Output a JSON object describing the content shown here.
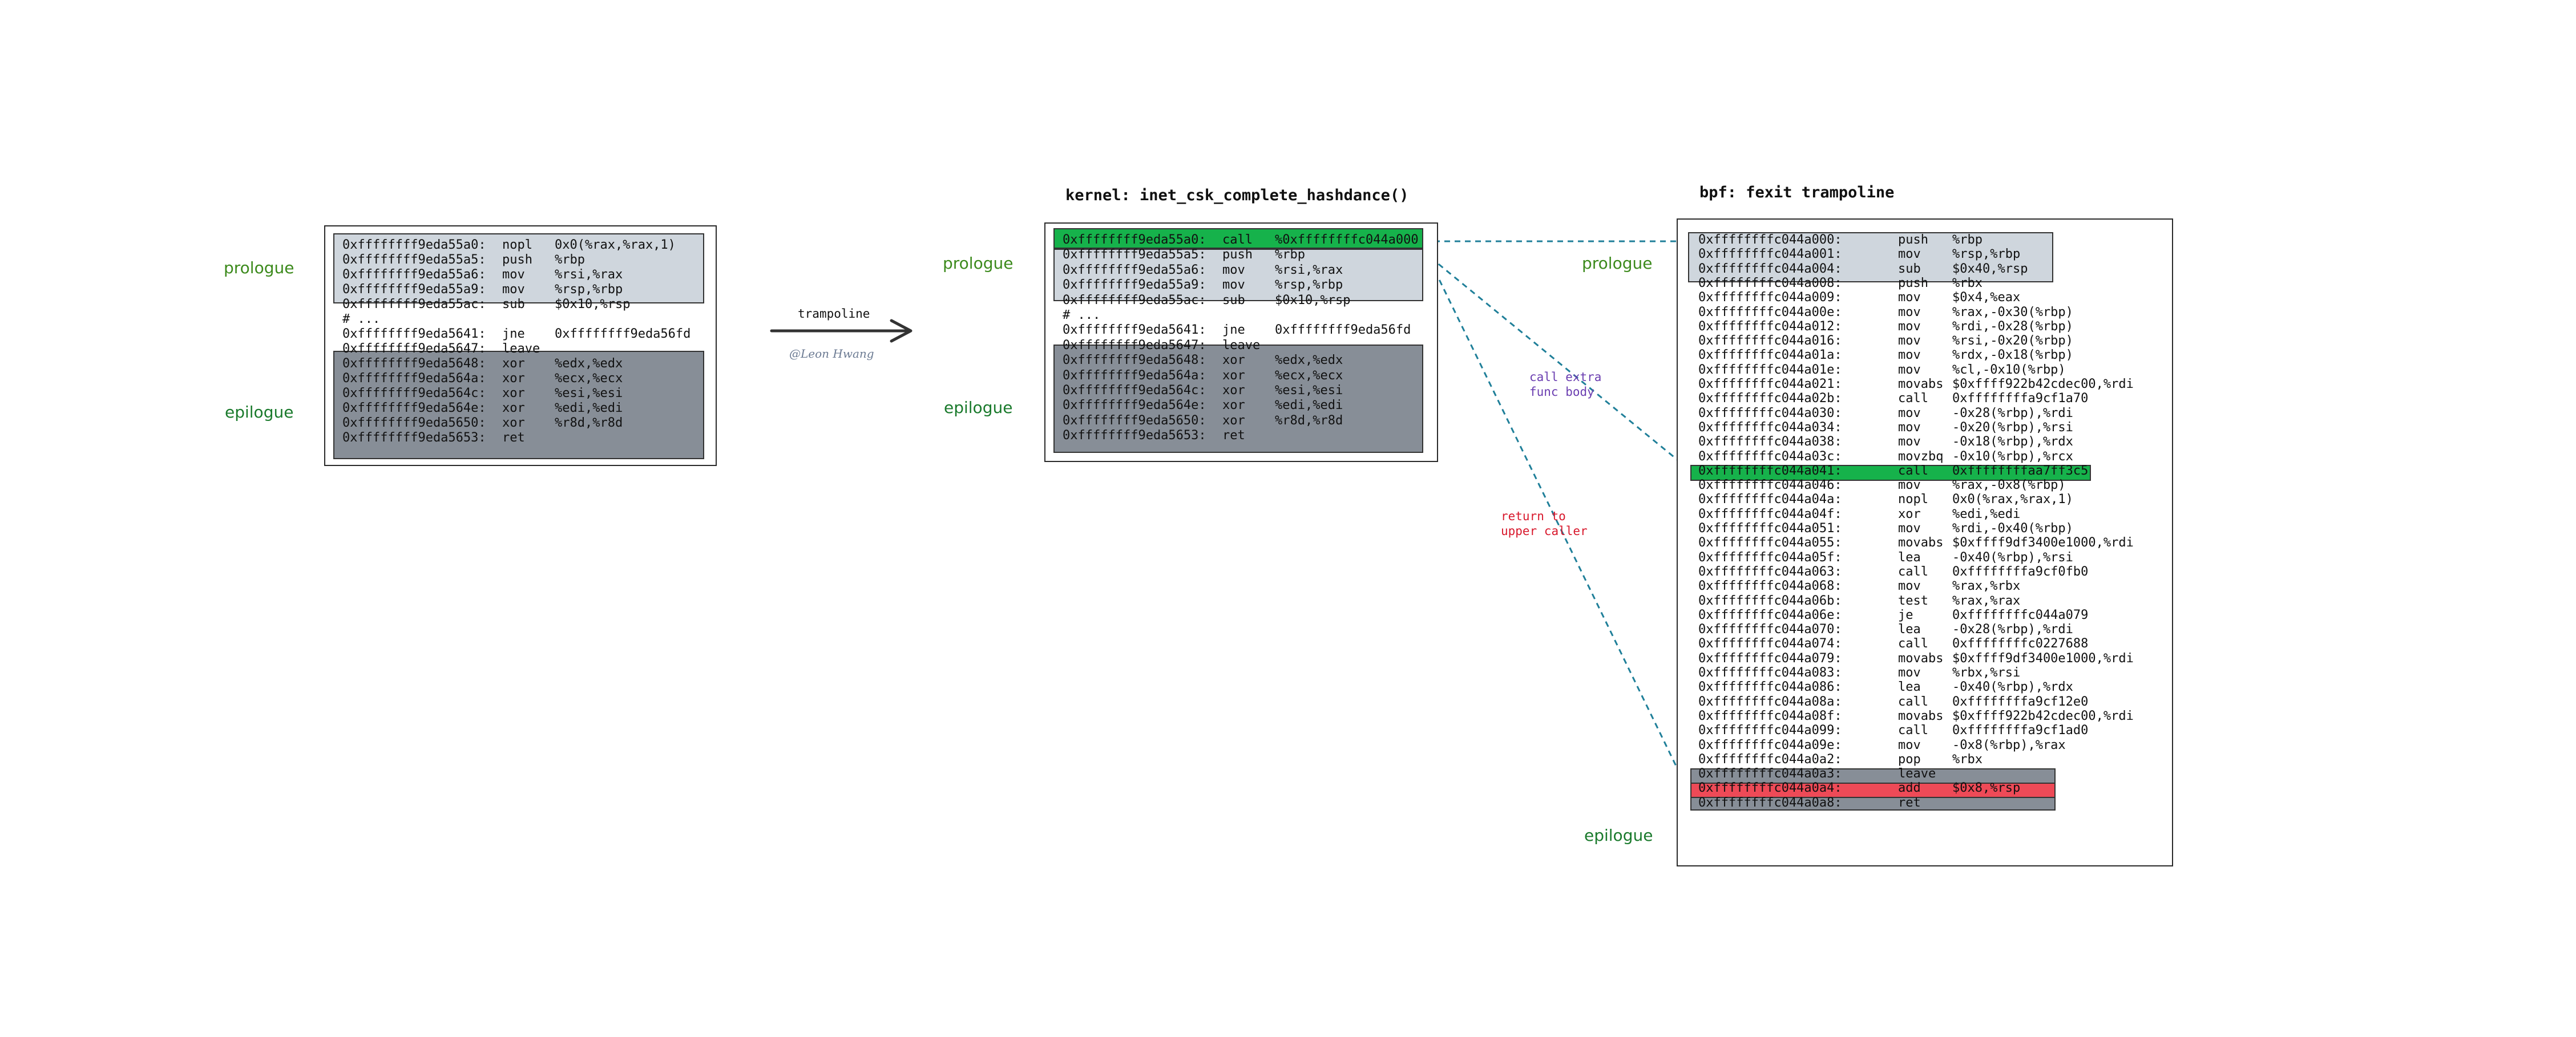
{
  "labels": {
    "prologue": "prologue",
    "epilogue": "epilogue",
    "trampoline_arrow": "trampoline",
    "signature": "@Leon Hwang",
    "kernel_title": "kernel: inet_csk_complete_hashdance()",
    "bpf_title": "bpf: fexit trampoline",
    "call_extra_note": "call extra\nfunc body",
    "return_note": "return to\nupper caller"
  },
  "colors": {
    "label_green": "#3c8a1c",
    "label_dark_green": "#1a7a2c",
    "note_purple": "#6a3db0",
    "note_red": "#d8182c",
    "dash_teal": "#1f7f99",
    "highlight_light": "#cfd6dd",
    "highlight_dark": "#878e97",
    "highlight_green": "#16b24b",
    "highlight_red": "#ee4a57"
  },
  "original": [
    {
      "addr": "0xffffffff9eda55a0:",
      "op": "nopl",
      "arg": "0x0(%rax,%rax,1)"
    },
    {
      "addr": "0xffffffff9eda55a5:",
      "op": "push",
      "arg": "%rbp"
    },
    {
      "addr": "0xffffffff9eda55a6:",
      "op": "mov",
      "arg": "%rsi,%rax"
    },
    {
      "addr": "0xffffffff9eda55a9:",
      "op": "mov",
      "arg": "%rsp,%rbp"
    },
    {
      "addr": "0xffffffff9eda55ac:",
      "op": "sub",
      "arg": "$0x10,%rsp"
    },
    {
      "addr": "# ...",
      "op": "",
      "arg": ""
    },
    {
      "addr": "0xffffffff9eda5641:",
      "op": "jne",
      "arg": "0xffffffff9eda56fd"
    },
    {
      "addr": "0xffffffff9eda5647:",
      "op": "leave",
      "arg": ""
    },
    {
      "addr": "0xffffffff9eda5648:",
      "op": "xor",
      "arg": "%edx,%edx"
    },
    {
      "addr": "0xffffffff9eda564a:",
      "op": "xor",
      "arg": "%ecx,%ecx"
    },
    {
      "addr": "0xffffffff9eda564c:",
      "op": "xor",
      "arg": "%esi,%esi"
    },
    {
      "addr": "0xffffffff9eda564e:",
      "op": "xor",
      "arg": "%edi,%edi"
    },
    {
      "addr": "0xffffffff9eda5650:",
      "op": "xor",
      "arg": "%r8d,%r8d"
    },
    {
      "addr": "0xffffffff9eda5653:",
      "op": "ret",
      "arg": ""
    }
  ],
  "kernel": [
    {
      "addr": "0xffffffff9eda55a0:",
      "op": "call",
      "arg": "%0xffffffffc044a000"
    },
    {
      "addr": "0xffffffff9eda55a5:",
      "op": "push",
      "arg": "%rbp"
    },
    {
      "addr": "0xffffffff9eda55a6:",
      "op": "mov",
      "arg": "%rsi,%rax"
    },
    {
      "addr": "0xffffffff9eda55a9:",
      "op": "mov",
      "arg": "%rsp,%rbp"
    },
    {
      "addr": "0xffffffff9eda55ac:",
      "op": "sub",
      "arg": "$0x10,%rsp"
    },
    {
      "addr": "# ...",
      "op": "",
      "arg": ""
    },
    {
      "addr": "0xffffffff9eda5641:",
      "op": "jne",
      "arg": "0xffffffff9eda56fd"
    },
    {
      "addr": "0xffffffff9eda5647:",
      "op": "leave",
      "arg": ""
    },
    {
      "addr": "0xffffffff9eda5648:",
      "op": "xor",
      "arg": "%edx,%edx"
    },
    {
      "addr": "0xffffffff9eda564a:",
      "op": "xor",
      "arg": "%ecx,%ecx"
    },
    {
      "addr": "0xffffffff9eda564c:",
      "op": "xor",
      "arg": "%esi,%esi"
    },
    {
      "addr": "0xffffffff9eda564e:",
      "op": "xor",
      "arg": "%edi,%edi"
    },
    {
      "addr": "0xffffffff9eda5650:",
      "op": "xor",
      "arg": "%r8d,%r8d"
    },
    {
      "addr": "0xffffffff9eda5653:",
      "op": "ret",
      "arg": ""
    }
  ],
  "bpf": [
    {
      "addr": "0xffffffffc044a000:",
      "op": "push",
      "arg": "%rbp"
    },
    {
      "addr": "0xffffffffc044a001:",
      "op": "mov",
      "arg": "%rsp,%rbp"
    },
    {
      "addr": "0xffffffffc044a004:",
      "op": "sub",
      "arg": "$0x40,%rsp"
    },
    {
      "addr": "0xffffffffc044a008:",
      "op": "push",
      "arg": "%rbx"
    },
    {
      "addr": "0xffffffffc044a009:",
      "op": "mov",
      "arg": "$0x4,%eax"
    },
    {
      "addr": "0xffffffffc044a00e:",
      "op": "mov",
      "arg": "%rax,-0x30(%rbp)"
    },
    {
      "addr": "0xffffffffc044a012:",
      "op": "mov",
      "arg": "%rdi,-0x28(%rbp)"
    },
    {
      "addr": "0xffffffffc044a016:",
      "op": "mov",
      "arg": "%rsi,-0x20(%rbp)"
    },
    {
      "addr": "0xffffffffc044a01a:",
      "op": "mov",
      "arg": "%rdx,-0x18(%rbp)"
    },
    {
      "addr": "0xffffffffc044a01e:",
      "op": "mov",
      "arg": "%cl,-0x10(%rbp)"
    },
    {
      "addr": "0xffffffffc044a021:",
      "op": "movabs",
      "arg": "$0xffff922b42cdec00,%rdi"
    },
    {
      "addr": "0xffffffffc044a02b:",
      "op": "call",
      "arg": "0xffffffffa9cf1a70"
    },
    {
      "addr": "0xffffffffc044a030:",
      "op": "mov",
      "arg": "-0x28(%rbp),%rdi"
    },
    {
      "addr": "0xffffffffc044a034:",
      "op": "mov",
      "arg": "-0x20(%rbp),%rsi"
    },
    {
      "addr": "0xffffffffc044a038:",
      "op": "mov",
      "arg": "-0x18(%rbp),%rdx"
    },
    {
      "addr": "0xffffffffc044a03c:",
      "op": "movzbq",
      "arg": "-0x10(%rbp),%rcx"
    },
    {
      "addr": "0xffffffffc044a041:",
      "op": "call",
      "arg": "0xffffffffaa7ff3c5"
    },
    {
      "addr": "0xffffffffc044a046:",
      "op": "mov",
      "arg": "%rax,-0x8(%rbp)"
    },
    {
      "addr": "0xffffffffc044a04a:",
      "op": "nopl",
      "arg": "0x0(%rax,%rax,1)"
    },
    {
      "addr": "0xffffffffc044a04f:",
      "op": "xor",
      "arg": "%edi,%edi"
    },
    {
      "addr": "0xffffffffc044a051:",
      "op": "mov",
      "arg": "%rdi,-0x40(%rbp)"
    },
    {
      "addr": "0xffffffffc044a055:",
      "op": "movabs",
      "arg": "$0xffff9df3400e1000,%rdi"
    },
    {
      "addr": "0xffffffffc044a05f:",
      "op": "lea",
      "arg": "-0x40(%rbp),%rsi"
    },
    {
      "addr": "0xffffffffc044a063:",
      "op": "call",
      "arg": "0xffffffffa9cf0fb0"
    },
    {
      "addr": "0xffffffffc044a068:",
      "op": "mov",
      "arg": "%rax,%rbx"
    },
    {
      "addr": "0xffffffffc044a06b:",
      "op": "test",
      "arg": "%rax,%rax"
    },
    {
      "addr": "0xffffffffc044a06e:",
      "op": "je",
      "arg": "0xffffffffc044a079"
    },
    {
      "addr": "0xffffffffc044a070:",
      "op": "lea",
      "arg": "-0x28(%rbp),%rdi"
    },
    {
      "addr": "0xffffffffc044a074:",
      "op": "call",
      "arg": "0xffffffffc0227688"
    },
    {
      "addr": "0xffffffffc044a079:",
      "op": "movabs",
      "arg": "$0xffff9df3400e1000,%rdi"
    },
    {
      "addr": "0xffffffffc044a083:",
      "op": "mov",
      "arg": "%rbx,%rsi"
    },
    {
      "addr": "0xffffffffc044a086:",
      "op": "lea",
      "arg": "-0x40(%rbp),%rdx"
    },
    {
      "addr": "0xffffffffc044a08a:",
      "op": "call",
      "arg": "0xffffffffa9cf12e0"
    },
    {
      "addr": "0xffffffffc044a08f:",
      "op": "movabs",
      "arg": "$0xffff922b42cdec00,%rdi"
    },
    {
      "addr": "0xffffffffc044a099:",
      "op": "call",
      "arg": "0xffffffffa9cf1ad0"
    },
    {
      "addr": "0xffffffffc044a09e:",
      "op": "mov",
      "arg": "-0x8(%rbp),%rax"
    },
    {
      "addr": "0xffffffffc044a0a2:",
      "op": "pop",
      "arg": "%rbx"
    },
    {
      "addr": "0xffffffffc044a0a3:",
      "op": "leave",
      "arg": ""
    },
    {
      "addr": "0xffffffffc044a0a4:",
      "op": "add",
      "arg": "$0x8,%rsp"
    },
    {
      "addr": "0xffffffffc044a0a8:",
      "op": "ret",
      "arg": ""
    }
  ]
}
